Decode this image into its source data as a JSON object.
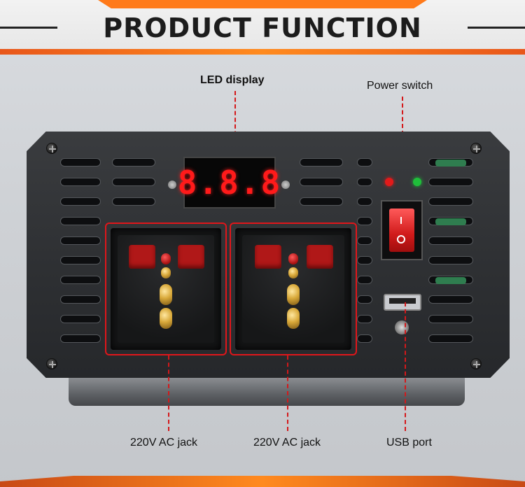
{
  "header": {
    "title": "PRODUCT FUNCTION"
  },
  "callouts": {
    "led_display": "LED display",
    "power_switch": "Power switch",
    "ac_jack_left": "220V AC jack",
    "ac_jack_right": "220V AC jack",
    "usb_port": "USB port"
  },
  "device": {
    "led_readout": "8.8.8",
    "switch_on_mark": "I",
    "switch_off_mark": "O",
    "indicator_left_color": "#e21a1a",
    "indicator_right_color": "#1fbf3a"
  },
  "colors": {
    "accent_orange": "#ff7a1a",
    "callout_red": "#d4181a",
    "device_body": "#2f3134"
  }
}
